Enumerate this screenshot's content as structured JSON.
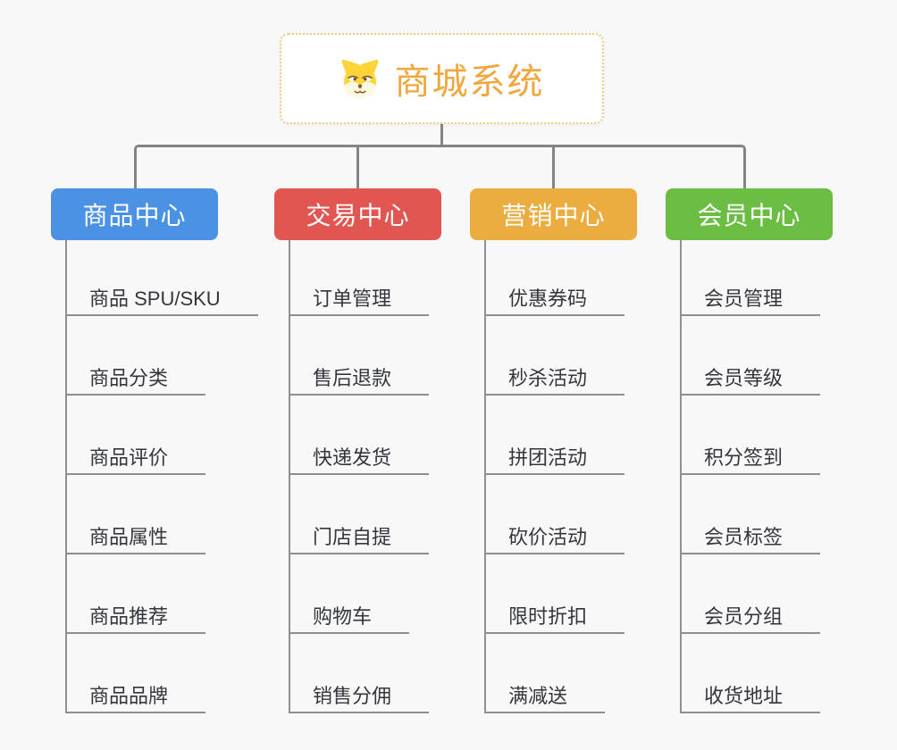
{
  "root": {
    "title": "商城系统",
    "icon": "dog-icon",
    "title_color": "#F0A73E",
    "border_color": "#F6C983"
  },
  "branches": [
    {
      "label": "商品中心",
      "color": "#4B92E5",
      "children": [
        "商品 SPU/SKU",
        "商品分类",
        "商品评价",
        "商品属性",
        "商品推荐",
        "商品品牌"
      ]
    },
    {
      "label": "交易中心",
      "color": "#E25652",
      "children": [
        "订单管理",
        "售后退款",
        "快递发货",
        "门店自提",
        "购物车",
        "销售分佣"
      ]
    },
    {
      "label": "营销中心",
      "color": "#EBAD3F",
      "children": [
        "优惠券码",
        "秒杀活动",
        "拼团活动",
        "砍价活动",
        "限时折扣",
        "满减送"
      ]
    },
    {
      "label": "会员中心",
      "color": "#6CBD44",
      "children": [
        "会员管理",
        "会员等级",
        "积分签到",
        "会员标签",
        "会员分组",
        "收货地址"
      ]
    }
  ],
  "colors": {
    "background": "#F8F8F8",
    "connector": "#848484",
    "spine": "#909090",
    "item_text": "#33363C"
  }
}
